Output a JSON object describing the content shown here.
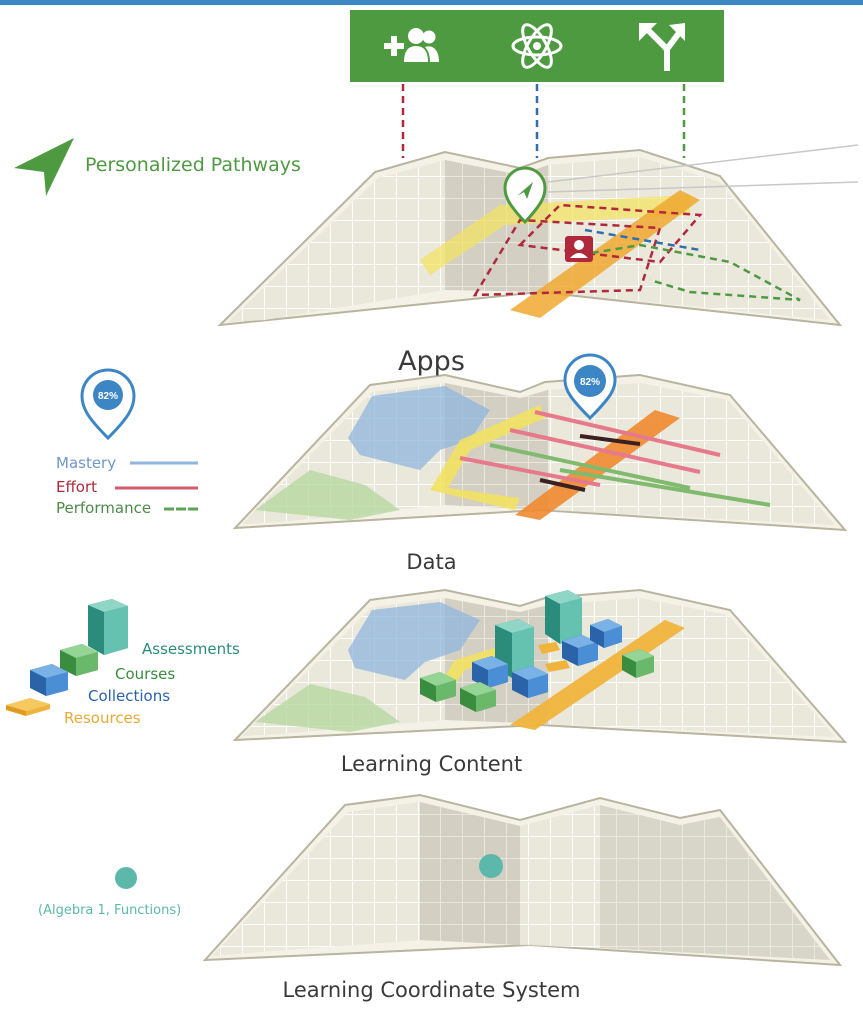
{
  "colors": {
    "toolbar_bg": "#4e9a41",
    "pathway_green": "#4e9a41",
    "mastery_blue": "#7aa6d6",
    "effort_red": "#b0283c",
    "performance_green": "#5da35a",
    "assessments_teal": "#2c8c7b",
    "courses_green": "#3a8c3f",
    "collections_blue": "#2a63a8",
    "resources_orange": "#f0b43c",
    "coordinate_teal": "#5cb8ab"
  },
  "toolbar": {
    "icons": [
      "add-users-icon",
      "atom-icon",
      "fork-arrows-icon"
    ]
  },
  "pathways": {
    "label": "Personalized Pathways"
  },
  "layers": {
    "apps": {
      "title": "Apps"
    },
    "data": {
      "title": "Data",
      "badge_value": "82%",
      "map_badge_value": "82%",
      "legend": [
        "Mastery",
        "Effort",
        "Performance"
      ]
    },
    "content": {
      "title": "Learning Content",
      "legend": [
        "Assessments",
        "Courses",
        "Collections",
        "Resources"
      ]
    },
    "coordinates": {
      "title": "Learning Coordinate System",
      "point_label": "(Algebra 1, Functions)"
    }
  }
}
